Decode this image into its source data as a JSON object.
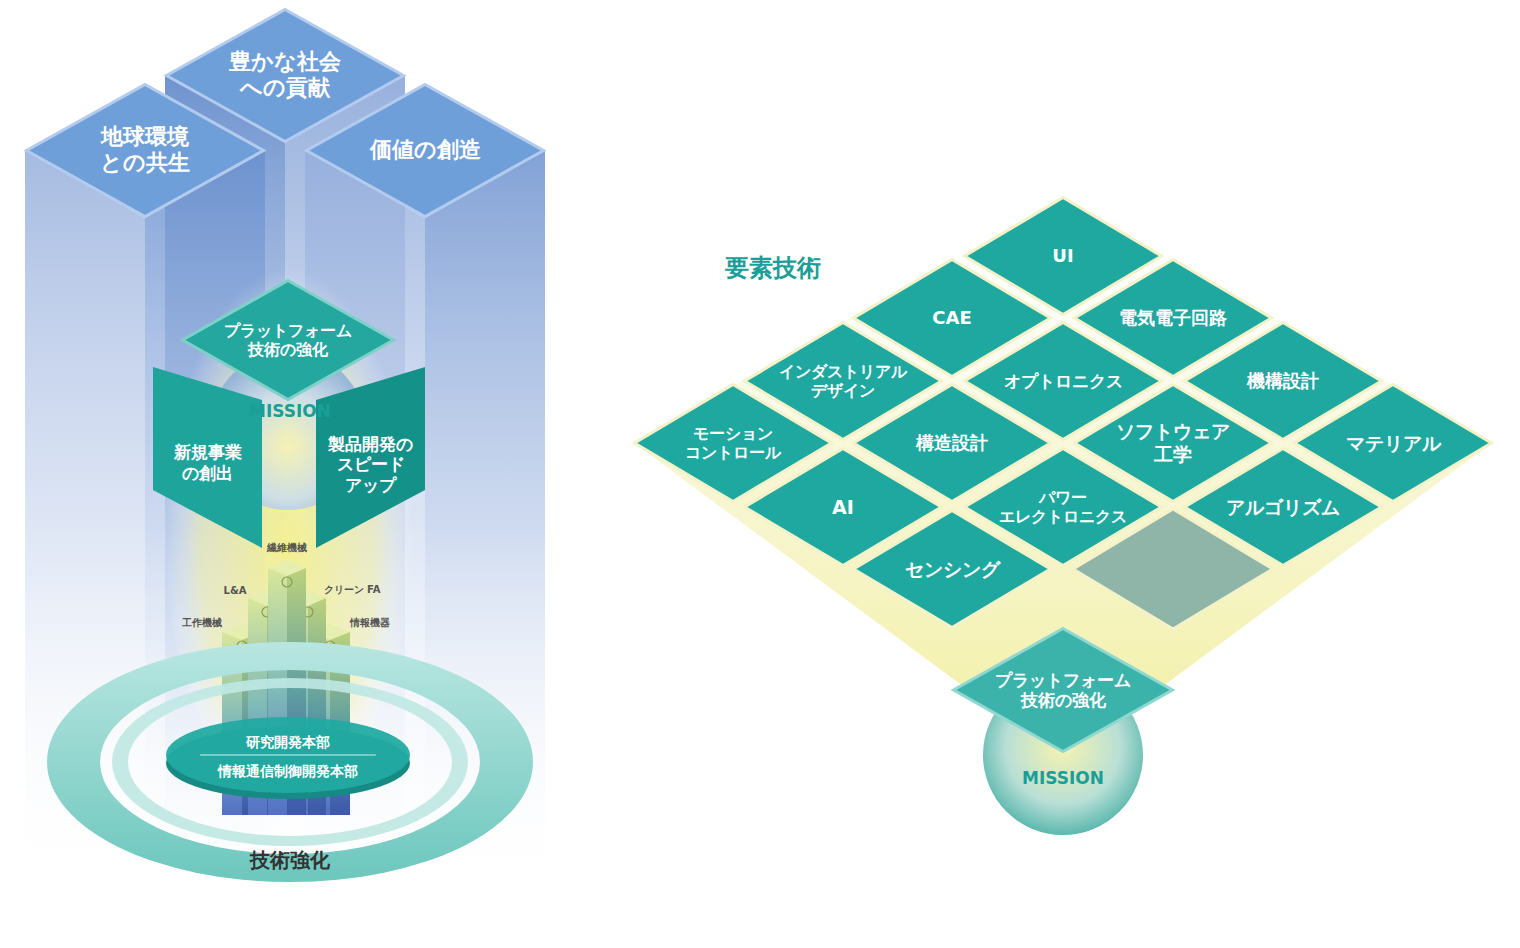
{
  "diagram": {
    "nodes": [
      {
        "text": [
          "豊かな社会 への貢献"
        ]
      },
      {
        "text": [
          "地球環境 との共生"
        ]
      },
      {
        "text": [
          "価値の創造"
        ]
      },
      {
        "text": [
          "プラットフォーム 技術の強化"
        ]
      },
      {
        "text": [
          "新規事業 の創出"
        ]
      },
      {
        "text": [
          "製品開発の スピード アップ"
        ]
      },
      {
        "text": [
          "研究開発本部",
          "情報通信制御開発本部"
        ]
      },
      {
        "text": [
          "技術強化"
        ]
      },
      {
        "text": [
          "UI"
        ]
      },
      {
        "text": [
          "CAE"
        ]
      },
      {
        "text": [
          "電気電子回路"
        ]
      },
      {
        "text": [
          "インダストリアル デザイン"
        ]
      },
      {
        "text": [
          "オプトロニクス"
        ]
      },
      {
        "text": [
          "機構設計"
        ]
      },
      {
        "text": [
          "モーション コントロール"
        ]
      },
      {
        "text": [
          "構造設計"
        ]
      },
      {
        "text": [
          "ソフトウェア 工学"
        ]
      },
      {
        "text": [
          "マテリアル"
        ]
      },
      {
        "text": [
          "AI"
        ]
      },
      {
        "text": [
          "パワー エレクトロニクス"
        ]
      },
      {
        "text": [
          "アルゴリズム"
        ]
      },
      {
        "text": [
          "センシング"
        ]
      },
      {
        "text": [
          "プラットフォーム 技術の強化"
        ]
      },
      {
        "text": [
          "MISSION"
        ]
      }
    ],
    "labels": [
      "MISSION",
      "繊維機械",
      "L&A",
      "クリーン FA",
      "工作機械",
      "情報機器",
      "要素技術"
    ]
  }
}
